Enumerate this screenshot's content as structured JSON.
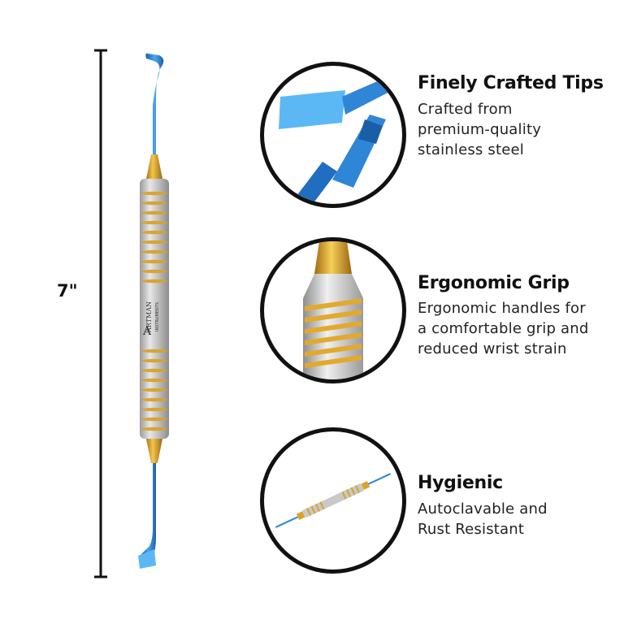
{
  "dimension": {
    "label": "7\""
  },
  "brand": {
    "name": "ARTMAN",
    "sub": "INSTRUMENTS",
    "monogram": "A"
  },
  "features": [
    {
      "title": "Finely Crafted Tips",
      "lines": [
        "Crafted from",
        "premium-quality",
        "stainless steel"
      ],
      "icon": "tips-closeup"
    },
    {
      "title": "Ergonomic Grip",
      "lines": [
        "Ergonomic handles for",
        "a comfortable grip and",
        "reduced wrist strain"
      ],
      "icon": "grip-closeup"
    },
    {
      "title": "Hygienic",
      "lines": [
        "Autoclavable and",
        "Rust Resistant"
      ],
      "icon": "instrument-thumbnail"
    }
  ],
  "colors": {
    "tip_blue": "#2f86d6",
    "tip_light": "#5bb8f5",
    "gold": "#d9a326",
    "steel": "#c9c9c9",
    "ink": "#111111"
  }
}
